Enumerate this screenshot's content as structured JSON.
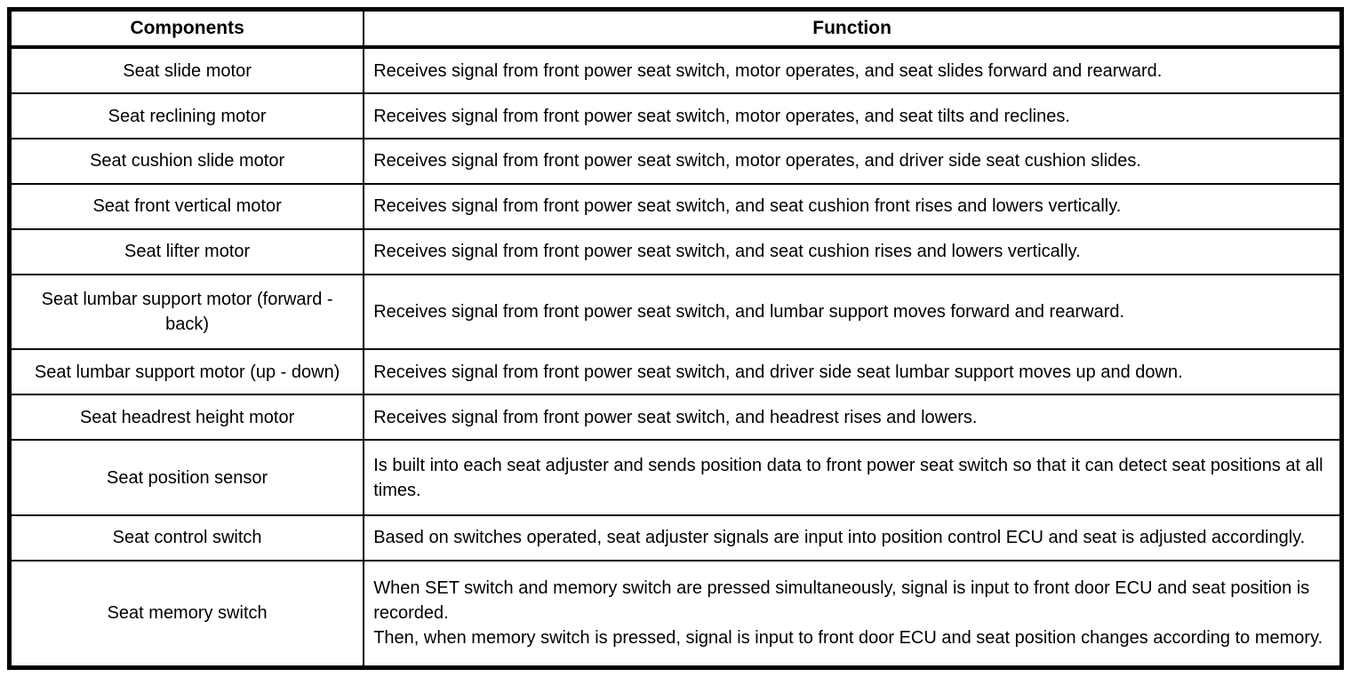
{
  "table": {
    "headers": [
      "Components",
      "Function"
    ],
    "rows": [
      {
        "component": "Seat slide motor",
        "function": "Receives signal from front power seat switch, motor operates, and seat slides forward and rearward."
      },
      {
        "component": "Seat reclining motor",
        "function": "Receives signal from front power seat switch, motor operates, and seat tilts and reclines."
      },
      {
        "component": "Seat cushion slide motor",
        "function": "Receives signal from front power seat switch, motor operates, and driver side seat cushion slides."
      },
      {
        "component": "Seat front vertical motor",
        "function": "Receives signal from front power seat switch, and seat cushion front rises and lowers vertically."
      },
      {
        "component": "Seat lifter motor",
        "function": "Receives signal from front power seat switch, and seat cushion rises and lowers vertically."
      },
      {
        "component": "Seat lumbar support motor (forward - back)",
        "function": "Receives signal from front power seat switch, and lumbar support moves forward and rearward."
      },
      {
        "component": "Seat lumbar support motor (up - down)",
        "function": "Receives signal from front power seat switch, and driver side seat lumbar support moves up and down."
      },
      {
        "component": "Seat headrest height motor",
        "function": "Receives signal from front power seat switch, and headrest rises and lowers."
      },
      {
        "component": "Seat position sensor",
        "function": "Is built into each seat adjuster and sends position data to front power seat switch so that it can detect seat positions at all times."
      },
      {
        "component": "Seat control switch",
        "function": "Based on switches operated, seat adjuster signals are input into position control ECU and seat is adjusted accordingly."
      },
      {
        "component": "Seat memory switch",
        "function": "When SET switch and memory switch are pressed simultaneously, signal is input to front door ECU and seat position is recorded.\nThen, when memory switch is pressed, signal is input to front door ECU and seat position changes according to memory."
      }
    ]
  },
  "colors": {
    "border": "#000000",
    "background": "#ffffff",
    "text": "#000000"
  }
}
